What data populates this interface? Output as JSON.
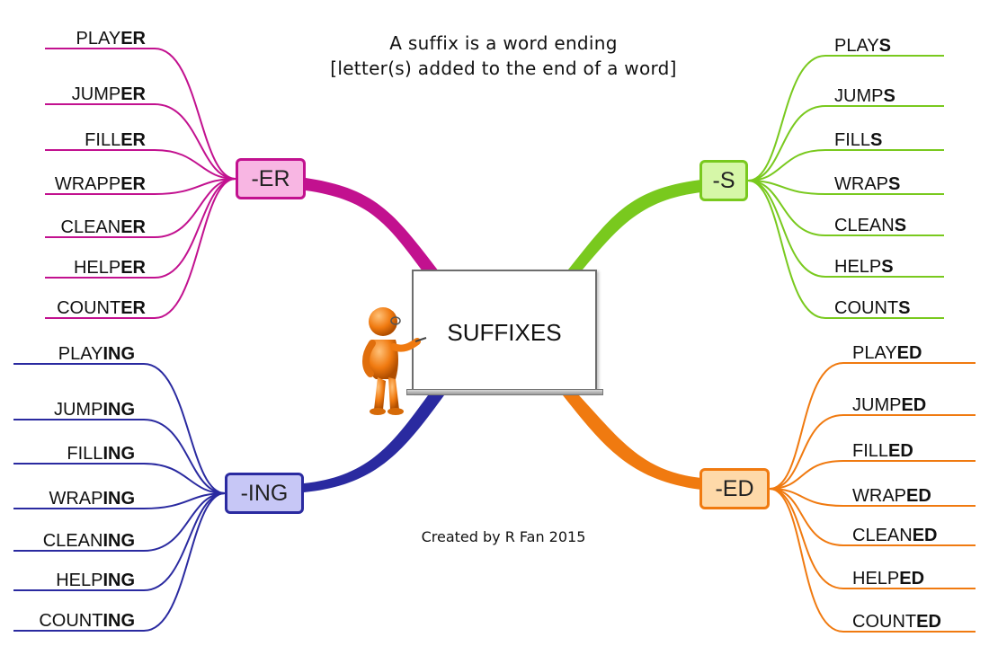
{
  "header": {
    "line1": "A suffix is a word ending",
    "line2": "[letter(s) added to the end of a word]"
  },
  "center": {
    "title": "SUFFIXES"
  },
  "credit": "Created by R Fan 2015",
  "branches": [
    {
      "id": "er",
      "label": "-ER",
      "color": "#c2118f",
      "fill": "#f8b6e3",
      "suffix": "ER",
      "words": [
        {
          "base": "PLAY",
          "suffix": "ER"
        },
        {
          "base": "JUMP",
          "suffix": "ER"
        },
        {
          "base": "FILL",
          "suffix": "ER"
        },
        {
          "base": "WRAPP",
          "suffix": "ER"
        },
        {
          "base": "CLEAN",
          "suffix": "ER"
        },
        {
          "base": "HELP",
          "suffix": "ER"
        },
        {
          "base": "COUNT",
          "suffix": "ER"
        }
      ]
    },
    {
      "id": "s",
      "label": "-S",
      "color": "#79c91e",
      "fill": "#d6f7a8",
      "suffix": "S",
      "words": [
        {
          "base": "PLAY",
          "suffix": "S"
        },
        {
          "base": "JUMP",
          "suffix": "S"
        },
        {
          "base": "FILL",
          "suffix": "S"
        },
        {
          "base": "WRAP",
          "suffix": "S"
        },
        {
          "base": "CLEAN",
          "suffix": "S"
        },
        {
          "base": "HELP",
          "suffix": "S"
        },
        {
          "base": "COUNT",
          "suffix": "S"
        }
      ]
    },
    {
      "id": "ing",
      "label": "-ING",
      "color": "#2a2aa0",
      "fill": "#c7c7f6",
      "suffix": "ING",
      "words": [
        {
          "base": "PLAY",
          "suffix": "ING"
        },
        {
          "base": "JUMP",
          "suffix": "ING"
        },
        {
          "base": "FILL",
          "suffix": "ING"
        },
        {
          "base": "WRAP",
          "suffix": "ING"
        },
        {
          "base": "CLEAN",
          "suffix": "ING"
        },
        {
          "base": "HELP",
          "suffix": "ING"
        },
        {
          "base": "COUNT",
          "suffix": "ING"
        }
      ]
    },
    {
      "id": "ed",
      "label": "-ED",
      "color": "#f07a10",
      "fill": "#fed9a9",
      "suffix": "ED",
      "words": [
        {
          "base": "PLAY",
          "suffix": "ED"
        },
        {
          "base": "JUMP",
          "suffix": "ED"
        },
        {
          "base": "FILL",
          "suffix": "ED"
        },
        {
          "base": "WRAP",
          "suffix": "ED"
        },
        {
          "base": "CLEAN",
          "suffix": "ED"
        },
        {
          "base": "HELP",
          "suffix": "ED"
        },
        {
          "base": "COUNT",
          "suffix": "ED"
        }
      ]
    }
  ],
  "icons": {
    "presenter": "teacher-figure-icon"
  }
}
